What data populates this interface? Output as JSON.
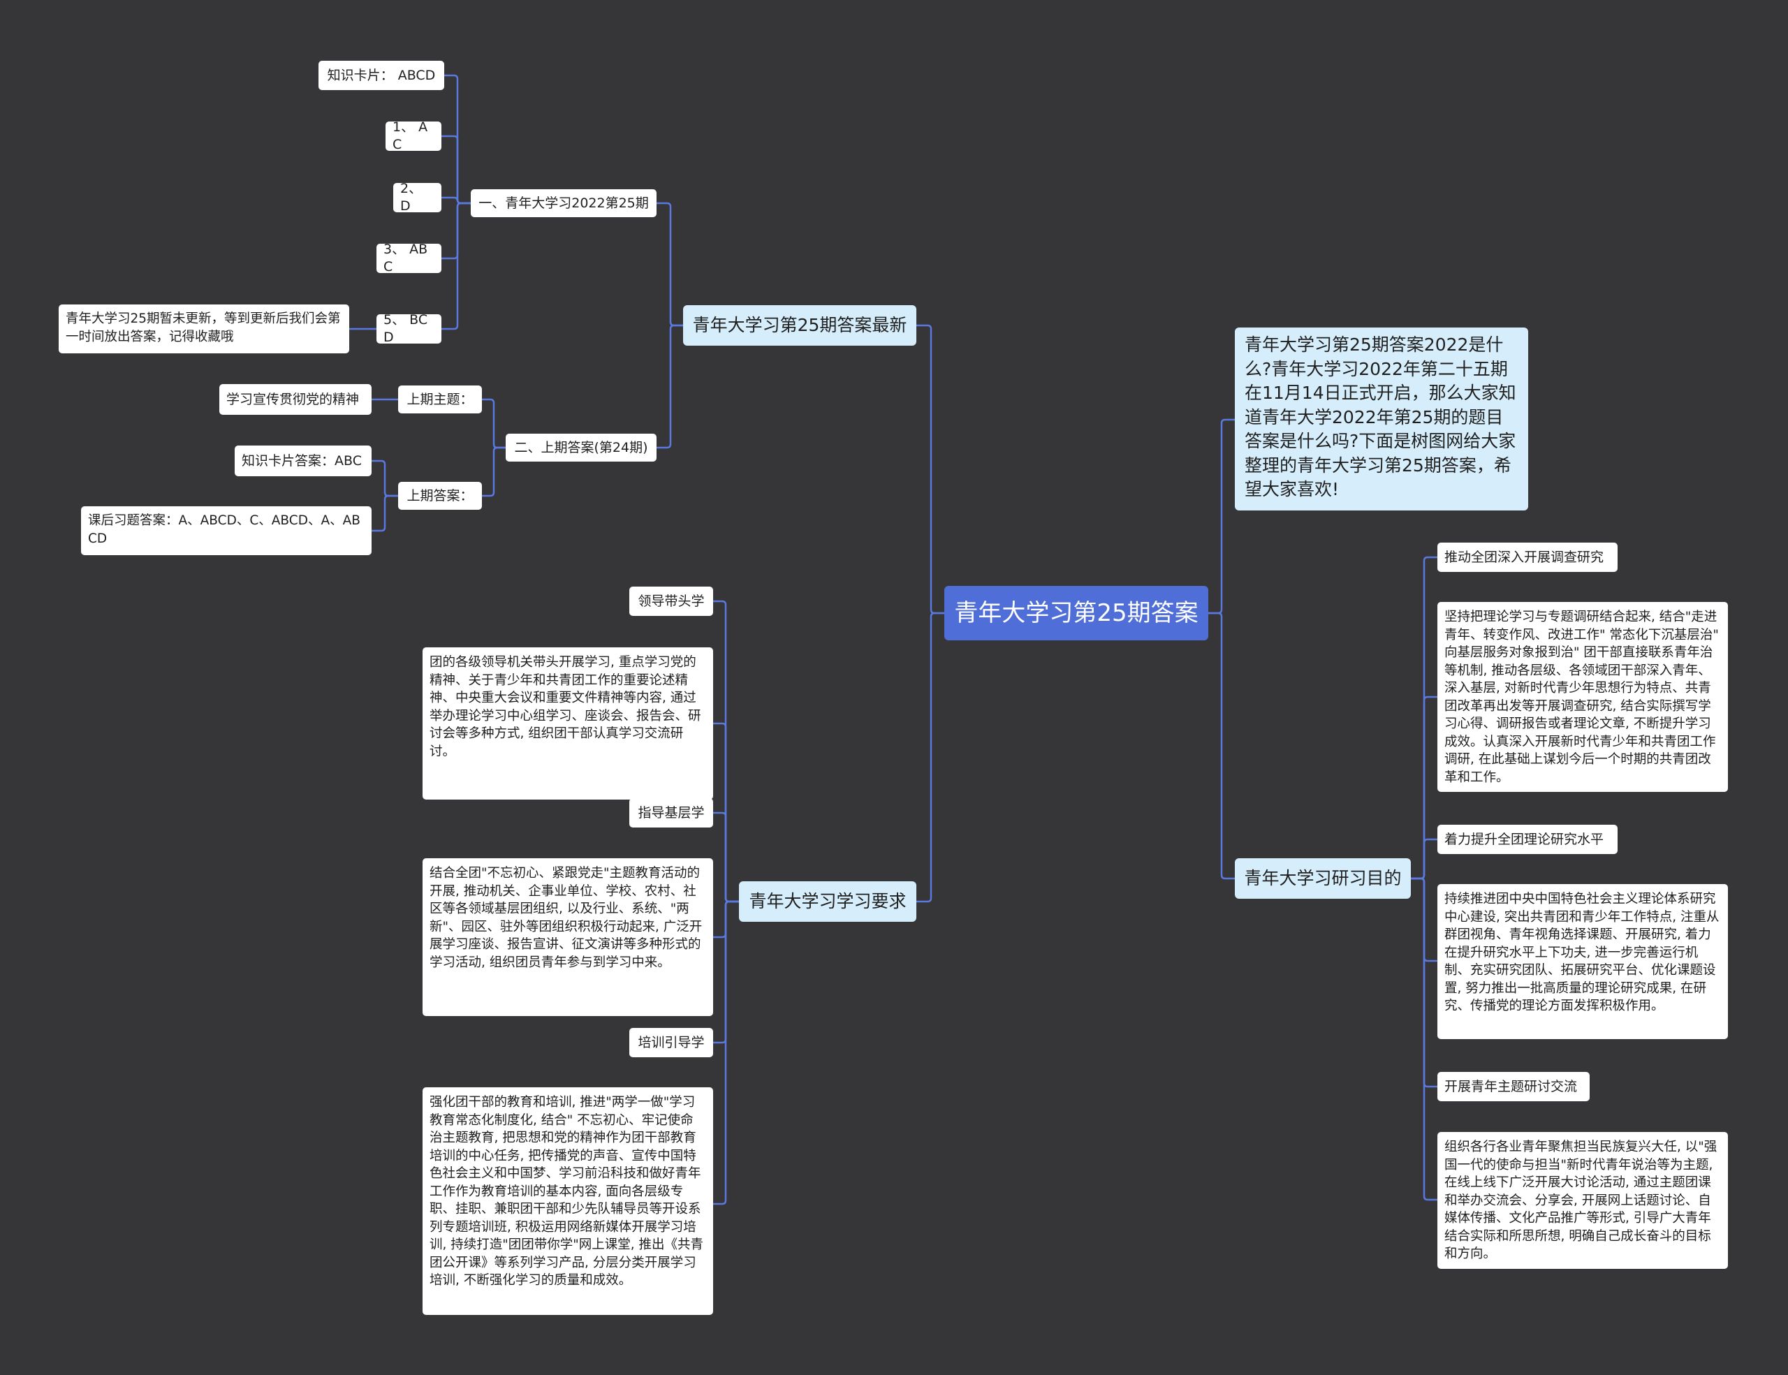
{
  "root": "青年大学习第25期答案",
  "left": {
    "branch_a": {
      "label": "青年大学习第25期答案最新",
      "part1": {
        "label": "一、青年大学习2022第25期",
        "items": [
          "知识卡片： ABCD",
          "1、 AC",
          "2、 D",
          "3、 ABC",
          "5、 BCD"
        ],
        "note": "青年大学习25期暂未更新，等到更新后我们会第一时间放出答案，记得收藏哦"
      },
      "part2": {
        "label": "二、上期答案(第24期)",
        "topic_label": "上期主题：",
        "topic_value": "学习宣传贯彻党的精神",
        "answer_label": "上期答案：",
        "answer_card": "知识卡片答案：ABC",
        "answer_exercise": "课后习题答案：A、ABCD、C、ABCD、A、ABCD"
      }
    },
    "branch_b": {
      "label": "青年大学习学习要求",
      "items": [
        {
          "title": "领导带头学",
          "detail": "团的各级领导机关带头开展学习, 重点学习党的精神、关于青少年和共青团工作的重要论述精神、中央重大会议和重要文件精神等内容, 通过举办理论学习中心组学习、座谈会、报告会、研讨会等多种方式, 组织团干部认真学习交流研讨。"
        },
        {
          "title": "指导基层学",
          "detail": "结合全团\"不忘初心、紧跟党走\"主题教育活动的开展, 推动机关、企事业单位、学校、农村、社区等各领域基层团组织, 以及行业、系统、\"两新\"、园区、驻外等团组织积极行动起来, 广泛开展学习座谈、报告宣讲、征文演讲等多种形式的学习活动, 组织团员青年参与到学习中来。"
        },
        {
          "title": "培训引导学",
          "detail": "强化团干部的教育和培训, 推进\"两学一做\"学习教育常态化制度化, 结合\" 不忘初心、牢记使命治主题教育, 把思想和党的精神作为团干部教育培训的中心任务, 把传播党的声音、宣传中国特色社会主义和中国梦、学习前沿科技和做好青年工作作为教育培训的基本内容, 面向各层级专职、挂职、兼职团干部和少先队辅导员等开设系列专题培训班, 积极运用网络新媒体开展学习培训, 持续打造\"团团带你学\"网上课堂, 推出《共青团公开课》等系列学习产品, 分层分类开展学习培训, 不断强化学习的质量和成效。"
        }
      ]
    }
  },
  "right": {
    "intro": "青年大学习第25期答案2022是什么?青年大学习2022年第二十五期在11月14日正式开启，那么大家知道青年大学2022年第25期的题目答案是什么吗?下面是树图网给大家整理的青年大学习第25期答案，希望大家喜欢!",
    "branch_c": {
      "label": "青年大学习研习目的",
      "items": [
        {
          "title": "推动全团深入开展调查研究",
          "detail": "坚持把理论学习与专题调研结合起来, 结合\"走进青年、转变作风、改进工作\" 常态化下沉基层治\" 向基层服务对象报到治\" 团干部直接联系青年治等机制, 推动各层级、各领域团干部深入青年、深入基层, 对新时代青少年思想行为特点、共青团改革再出发等开展调查研究, 结合实际撰写学习心得、调研报告或者理论文章, 不断提升学习成效。认真深入开展新时代青少年和共青团工作调研, 在此基础上谋划今后一个时期的共青团改革和工作。"
        },
        {
          "title": "着力提升全团理论研究水平",
          "detail": "持续推进团中央中国特色社会主义理论体系研究中心建设, 突出共青团和青少年工作特点, 注重从群团视角、青年视角选择课题、开展研究, 着力在提升研究水平上下功夫, 进一步完善运行机制、充实研究团队、拓展研究平台、优化课题设置, 努力推出一批高质量的理论研究成果, 在研究、传播党的理论方面发挥积极作用。"
        },
        {
          "title": "开展青年主题研讨交流",
          "detail": "组织各行各业青年聚焦担当民族复兴大任, 以\"强国一代的使命与担当\"新时代青年说治等为主题, 在线上线下广泛开展大讨论活动, 通过主题团课和举办交流会、分享会, 开展网上话题讨论、自媒体传播、文化产品推广等形式, 引导广大青年结合实际和所思所想, 明确自己成长奋斗的目标和方向。"
        }
      ]
    }
  },
  "colors": {
    "background": "#363537",
    "root_fill": "#4f6ed8",
    "main_fill": "#d6eefb",
    "leaf_fill": "#ffffff",
    "connector": "#5b78e0"
  }
}
